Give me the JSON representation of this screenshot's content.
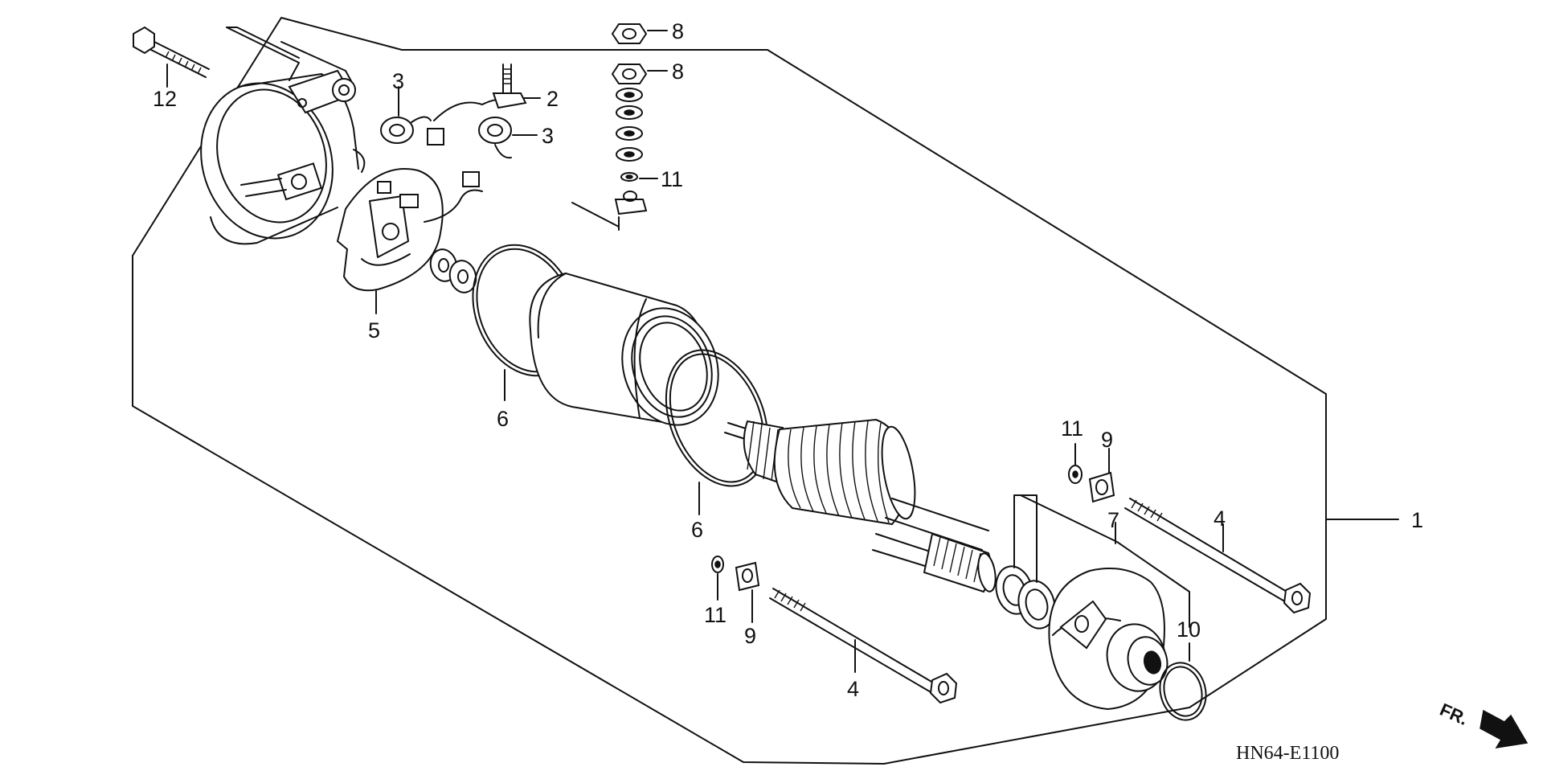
{
  "diagram": {
    "code": "HN64-E1100",
    "direction_label": "FR.",
    "callouts": {
      "c1": "1",
      "c2": "2",
      "c3a": "3",
      "c3b": "3",
      "c4a": "4",
      "c4b": "4",
      "c5": "5",
      "c6a": "6",
      "c6b": "6",
      "c7": "7",
      "c8a": "8",
      "c8b": "8",
      "c9a": "9",
      "c9b": "9",
      "c10": "10",
      "c11a": "11",
      "c11b": "11",
      "c11c": "11",
      "c12": "12"
    }
  },
  "parts": {
    "icons": [
      "bolt-icon",
      "rear-cover-icon",
      "brush-holder-icon",
      "brush-spring-icon",
      "terminal-bolt-icon",
      "nut-icon",
      "washer-icon",
      "o-ring-icon",
      "yoke-icon",
      "armature-icon",
      "front-cover-icon",
      "through-bolt-icon",
      "arrow-icon"
    ]
  }
}
